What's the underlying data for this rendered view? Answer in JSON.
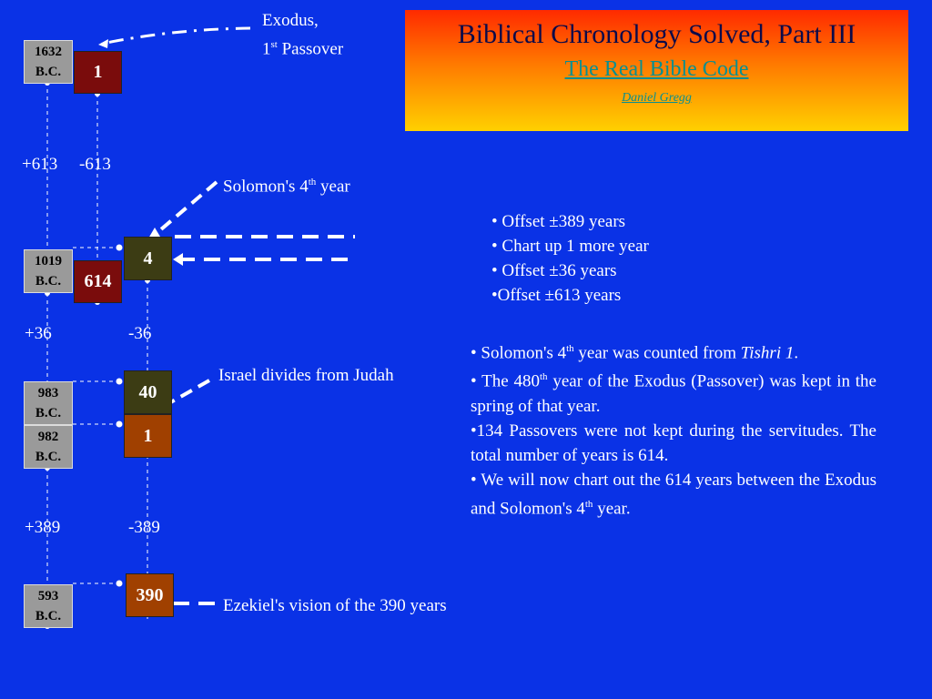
{
  "header": {
    "title": "Biblical Chronology Solved, Part III",
    "subtitle": "The Real Bible Code",
    "author": "Daniel Gregg"
  },
  "colors": {
    "background": "#0a32e6",
    "date_box": "#9a9a9a",
    "box_maroon": "#7a0c0c",
    "box_olive": "#3c3c14",
    "box_brown": "#a04000"
  },
  "date_boxes": [
    {
      "line1": "1632",
      "line2": "B.C."
    },
    {
      "line1": "1019",
      "line2": "B.C."
    },
    {
      "line1": "983",
      "line2": "B.C."
    },
    {
      "line1": "982",
      "line2": "B.C."
    },
    {
      "line1": "593",
      "line2": "B.C."
    }
  ],
  "year_boxes": [
    {
      "label": "1",
      "color": "maroon"
    },
    {
      "label": "4",
      "color": "olive"
    },
    {
      "label": "614",
      "color": "maroon"
    },
    {
      "label": "40",
      "color": "olive"
    },
    {
      "label": "1",
      "color": "brown"
    },
    {
      "label": "390",
      "color": "brown"
    }
  ],
  "offsets": {
    "plus_613": "+613",
    "minus_613": "-613",
    "plus_36": "+36",
    "minus_36": "-36",
    "plus_389": "+389",
    "minus_389": "-389"
  },
  "annotations": {
    "exodus_line1": "Exodus,",
    "exodus_ordinal_num": "1",
    "exodus_ordinal_sup": "st",
    "exodus_rest": " Passover",
    "solomon_pre": "Solomon's 4",
    "solomon_sup": "th",
    "solomon_post": " year",
    "israel": "Israel divides from Judah",
    "ezekiel": "Ezekiel's vision of the 390 years"
  },
  "bullets_steps": [
    "• Offset ±389 years",
    "• Chart up 1 more year",
    "• Offset ±36 years",
    "•Offset ±613 years"
  ],
  "bullets_notes": {
    "n1_pre": "• Solomon's 4",
    "n1_sup": "th",
    "n1_mid": " year was counted from ",
    "n1_italic": "Tishri 1",
    "n1_post": ".",
    "n2_pre": "• The 480",
    "n2_sup": "th",
    "n2_post": " year of the Exodus (Passover) was kept in the spring of that year.",
    "n3": "•134 Passovers were not kept during the servitudes.  The total number of years is 614.",
    "n4_pre": "• We will now chart out the 614 years between the Exodus and Solomon's 4",
    "n4_sup": "th",
    "n4_post": " year."
  }
}
